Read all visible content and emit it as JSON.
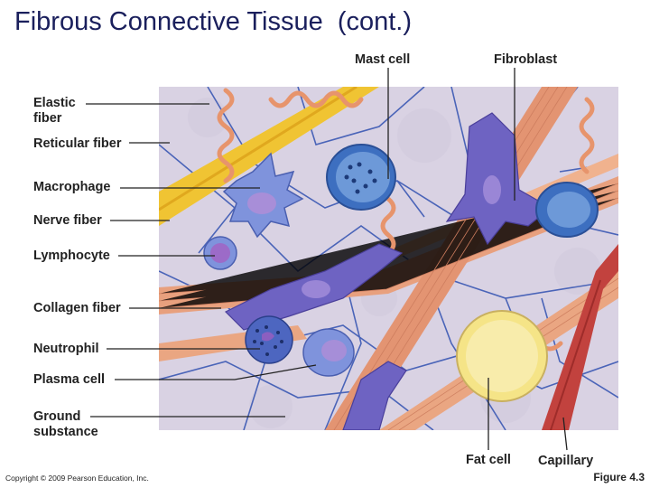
{
  "title": "Fibrous Connective Tissue  (cont.)",
  "labels": {
    "elastic_fiber": "Elastic\nfiber",
    "reticular_fiber": "Reticular fiber",
    "macrophage": "Macrophage",
    "nerve_fiber": "Nerve fiber",
    "lymphocyte": "Lymphocyte",
    "collagen_fiber": "Collagen fiber",
    "neutrophil": "Neutrophil",
    "plasma_cell": "Plasma cell",
    "ground_substance": "Ground\nsubstance",
    "mast_cell": "Mast cell",
    "fibroblast": "Fibroblast",
    "fat_cell": "Fat cell",
    "capillary": "Capillary"
  },
  "footer": {
    "copyright": "Copyright © 2009 Pearson Education, Inc.",
    "figure": "Figure 4.3"
  }
}
